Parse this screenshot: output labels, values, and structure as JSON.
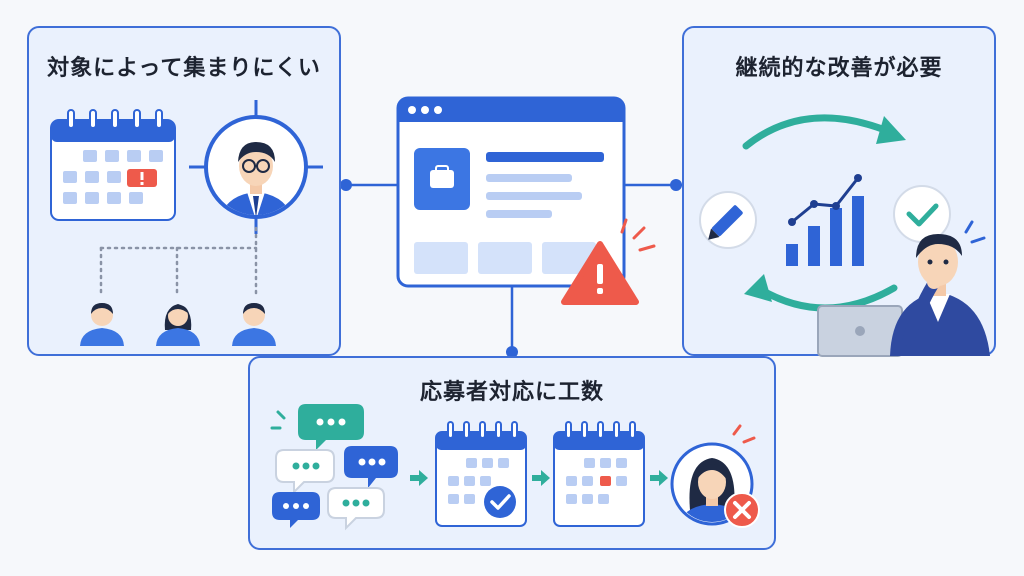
{
  "panels": {
    "target": {
      "title": "対象によって集まりにくい"
    },
    "improve": {
      "title": "継続的な改善が必要"
    },
    "applicants": {
      "title": "応募者対応に工数"
    }
  },
  "colors": {
    "primary": "#2f64d6",
    "panel_bg": "#eaf1fd",
    "teal": "#2fae9c",
    "alert": "#ee5a4b"
  }
}
